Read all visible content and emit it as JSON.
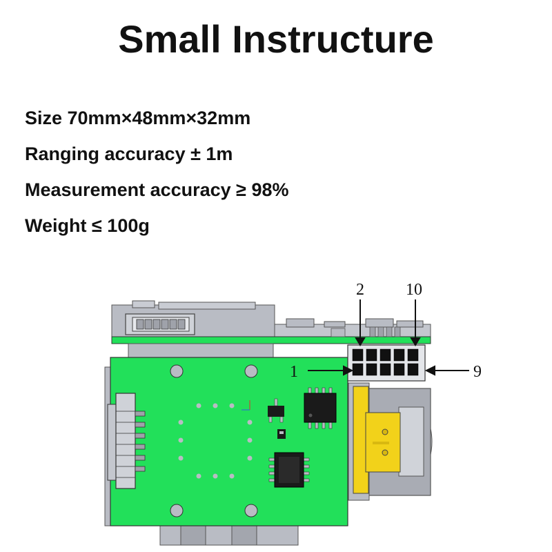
{
  "title": "Small Instructure",
  "specs": [
    "Size 70mm×48mm×32mm",
    "Ranging accuracy ± 1m",
    "Measurement accuracy ≥ 98%",
    "Weight ≤ 100g"
  ],
  "pin_labels": {
    "pin_2": "2",
    "pin_10": "10",
    "pin_1": "1",
    "pin_9": "9"
  },
  "colors": {
    "pcb_green": "#22e05a",
    "pcb_green_dark": "#16b843",
    "housing_gray": "#b9bcc4",
    "housing_dark": "#8d9099",
    "bracket_yellow": "#f2d21a",
    "chip_black": "#1a1a1a"
  }
}
